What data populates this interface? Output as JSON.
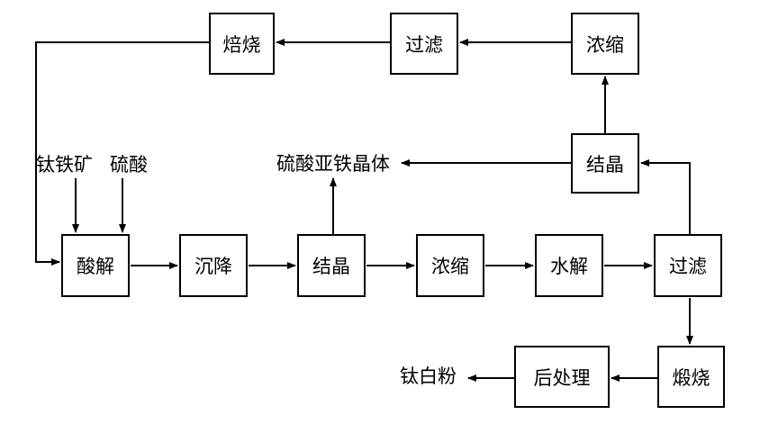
{
  "nodes": {
    "beishao": "焙烧",
    "guolv_top": "过滤",
    "nongsuo_top": "浓缩",
    "jiejing_mid": "结晶",
    "suanjie": "酸解",
    "chenjiang": "沉降",
    "jiejing": "结晶",
    "nongsuo": "浓缩",
    "shuijie": "水解",
    "guolv": "过滤",
    "houchuli": "后处理",
    "duanshao": "煅烧"
  },
  "labels": {
    "taitiekuang": "钛铁矿",
    "liusuan": "硫酸",
    "ferrous_sulfate_crystal": "硫酸亚铁晶体",
    "titanium_white": "钛白粉"
  },
  "colors": {
    "line": "#000000",
    "box_border": "#000000",
    "background": "#ffffff"
  }
}
